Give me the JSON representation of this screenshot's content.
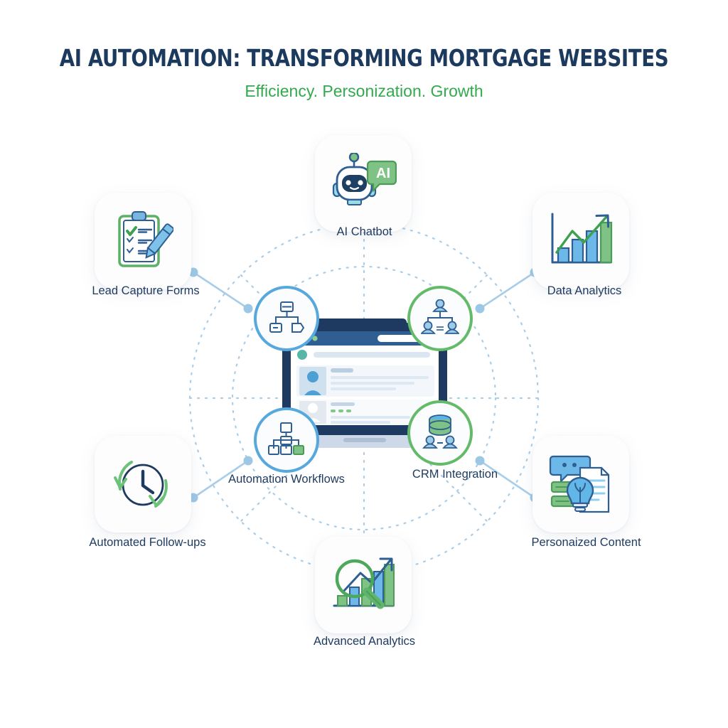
{
  "header": {
    "title": "AI AUTOMATION: TRANSFORMING MORTGAGE WEBSITES",
    "subtitle": "Efficiency. Personization. Growth"
  },
  "colors": {
    "navy": "#1e3a5f",
    "title_navy": "#1c3a5e",
    "green": "#33aa4d",
    "icon_green": "#63bb6a",
    "icon_blue": "#56a8dd",
    "deep_blue": "#2f6fa8",
    "connector": "#a9cde8",
    "background": "#ffffff",
    "tile_background": "#fdfdfe"
  },
  "outer_nodes": [
    {
      "id": "lead-capture-forms",
      "label": "Lead Capture Forms",
      "icon": "clipboard-checklist-pen-icon",
      "position": "top-left"
    },
    {
      "id": "ai-chatbot",
      "label": "AI Chatbot",
      "icon": "robot-chat-bubble-icon",
      "position": "top-center",
      "bubble_text": "AI"
    },
    {
      "id": "data-analytics",
      "label": "Data Analytics",
      "icon": "bar-chart-growth-arrow-icon",
      "position": "top-right"
    },
    {
      "id": "automated-followups",
      "label": "Automated Follow-ups",
      "icon": "clock-refresh-icon",
      "position": "bottom-left"
    },
    {
      "id": "personaized-content",
      "label": "Personaized Content",
      "icon": "lightbulb-document-icon",
      "position": "bottom-right"
    },
    {
      "id": "advanced-analytics",
      "label": "Advanced Analytics",
      "icon": "magnifier-bar-chart-icon",
      "position": "bottom-center"
    }
  ],
  "inner_nodes": [
    {
      "id": "flow-node",
      "label": "",
      "icon": "flowchart-icon",
      "ring": "blue",
      "position": "upper-left"
    },
    {
      "id": "org-node",
      "label": "",
      "icon": "org-chart-people-icon",
      "ring": "green",
      "position": "upper-right"
    },
    {
      "id": "automation-workflows",
      "label": "Automation Workflows",
      "icon": "workflow-nodes-icon",
      "ring": "blue",
      "position": "lower-left"
    },
    {
      "id": "crm-integration",
      "label": "CRM Integration",
      "icon": "database-people-icon",
      "ring": "green",
      "position": "lower-right"
    }
  ],
  "center": {
    "device": "laptop",
    "screen": {
      "browser_dots": [
        "#f08a7a",
        "#d8dde3",
        "#8dcf92"
      ],
      "search_bar": "",
      "rows": [
        {
          "avatar": "user-avatar-blue",
          "lines": 4
        },
        {
          "avatar": "user-avatar-grey",
          "lines": 3
        }
      ]
    }
  },
  "chart_data": {
    "type": "diagram",
    "title": "AI AUTOMATION: TRANSFORMING MORTGAGE WEBSITES",
    "subtitle": "Efficiency. Personization. Growth",
    "layout": "radial hub-and-spoke with central laptop, 4 inner ringed nodes and 6 outer tile nodes",
    "hub": "laptop",
    "inner_ring_labels": [
      "Automation Workflows",
      "CRM Integration"
    ],
    "outer_ring_labels": [
      "Lead Capture Forms",
      "AI Chatbot",
      "Data Analytics",
      "Automated Follow-ups",
      "Personaized Content",
      "Advanced Analytics"
    ],
    "grid": "two concentric dotted circles with dotted radial spokes"
  }
}
